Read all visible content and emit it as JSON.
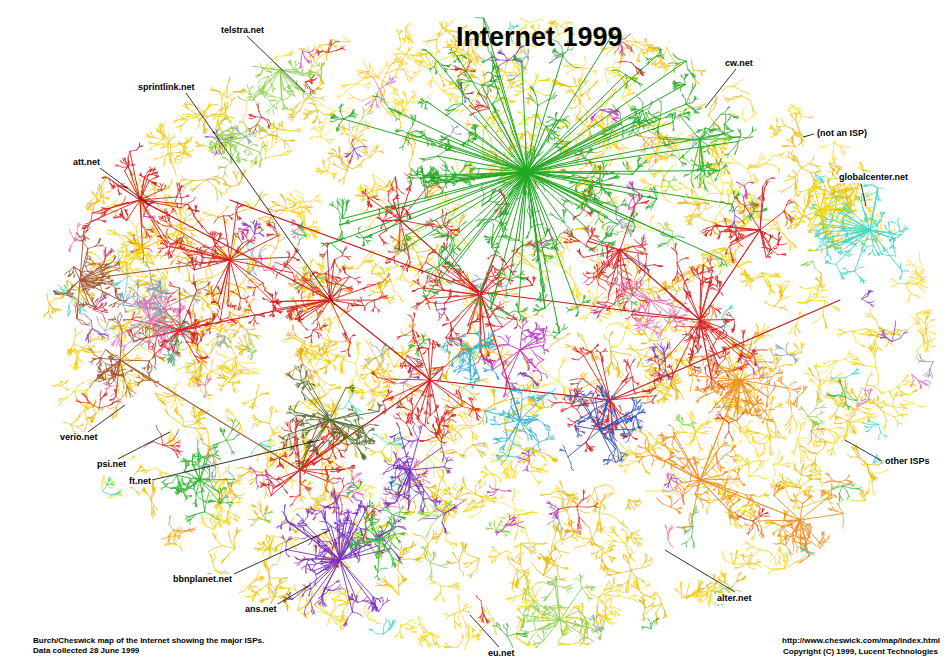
{
  "diagram": {
    "title": "Internet 1999",
    "caption": "Burch/Cheswick map of the Internet showing the major ISPs. Data collected 28 June 1999",
    "labels": [
      "telstra.net",
      "cw.net",
      "sprintlink.net",
      "(not an ISP)",
      "att.net",
      "globalcenter.net",
      "verio.net",
      "other ISPs",
      "psi.net",
      "ft.net",
      "bbnplanet.net",
      "alter.net",
      "ans.net",
      "eu.net",
      "http://www.cheswick.com/map/index.html",
      "Copyright (C) 1999, Lucent Technologies"
    ]
  }
}
